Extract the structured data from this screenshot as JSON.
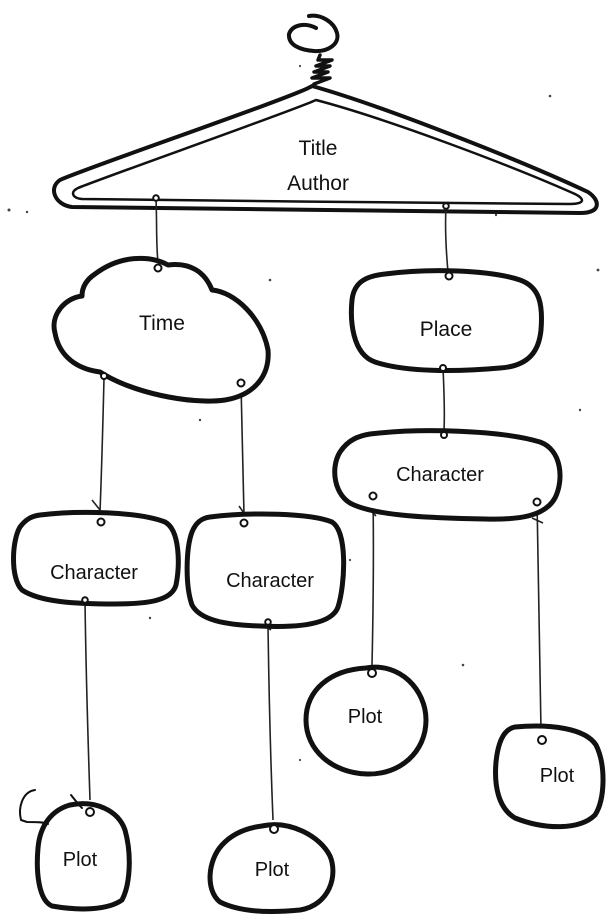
{
  "hanger": {
    "title": "Title",
    "author": "Author"
  },
  "nodes": {
    "time": "Time",
    "place": "Place",
    "character_left": "Character",
    "character_middle": "Character",
    "character_right": "Character",
    "plot_1": "Plot",
    "plot_2": "Plot",
    "plot_3": "Plot",
    "plot_4": "Plot"
  }
}
